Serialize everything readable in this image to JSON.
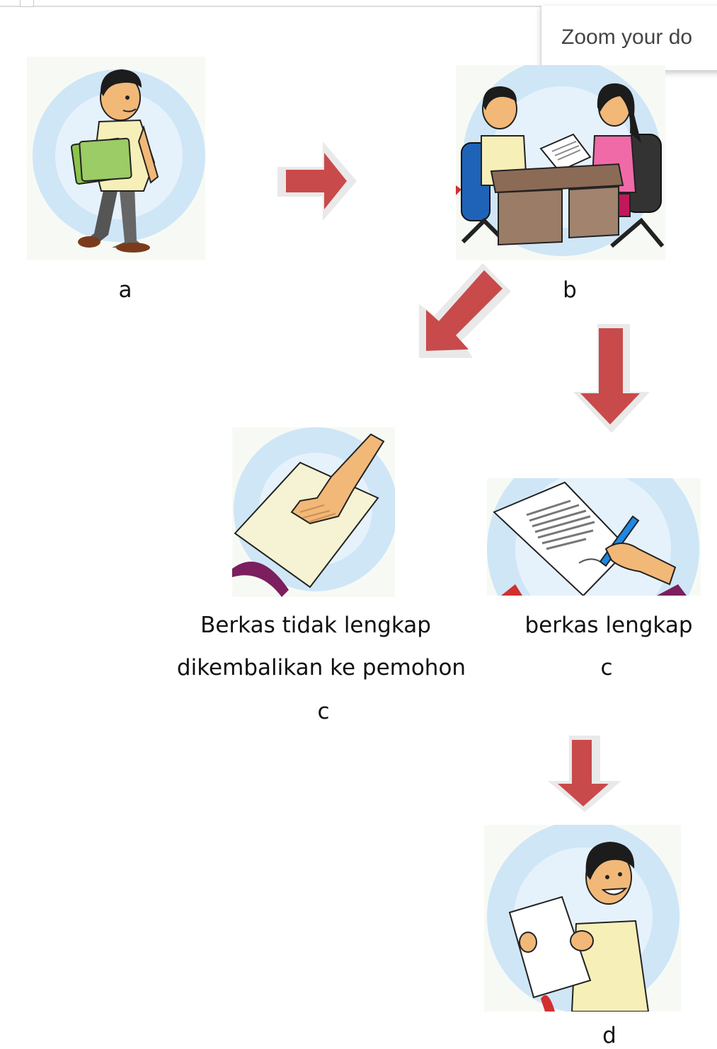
{
  "tooltip": {
    "text": "Zoom your do"
  },
  "steps": {
    "a": {
      "label": "a"
    },
    "b": {
      "label": "b"
    },
    "c_incomplete": {
      "line1": "Berkas tidak lengkap",
      "line2": "dikembalikan ke pemohon",
      "label": "c"
    },
    "c_complete": {
      "line1": "berkas lengkap",
      "label": "c"
    },
    "d": {
      "label": "d"
    }
  },
  "colors": {
    "arrow": "#c94a4a",
    "circle": "#cfe6f7",
    "skin": "#f2b878",
    "shirt": "#f6efb8"
  }
}
